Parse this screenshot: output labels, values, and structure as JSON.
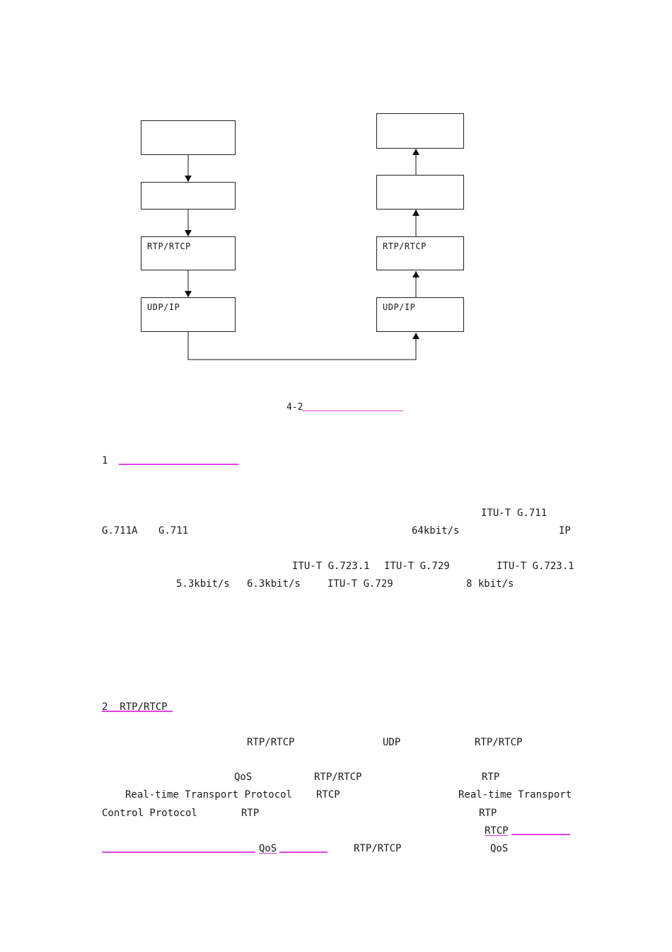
{
  "diagram": {
    "left_boxes": [
      "",
      "",
      "RTP/RTCP",
      "UDP/IP"
    ],
    "right_boxes": [
      "",
      "",
      "RTP/RTCP",
      "UDP/IP"
    ],
    "caption": "4-2"
  },
  "section1": {
    "number": "1",
    "para1_line1": [
      "ITU-T",
      "G.711"
    ],
    "para1_line2": [
      "G.711A",
      "G.711",
      "64kbit/s",
      "IP"
    ],
    "para2_line1": [
      "ITU-T G.723.1",
      "ITU-T G.729",
      "ITU-T G.723.1"
    ],
    "para2_line2": [
      "5.3kbit/s",
      "6.3kbit/s",
      "ITU-T G.729",
      "8 kbit/s"
    ]
  },
  "section2": {
    "heading": "2  RTP/RTCP",
    "line1": [
      "RTP/RTCP",
      "UDP",
      "RTP/RTCP"
    ],
    "line2": [
      "QoS",
      "RTP/RTCP",
      "RTP"
    ],
    "line3": [
      "Real-time Transport Protocol",
      "RTCP",
      "Real-time Transport"
    ],
    "line4": [
      "Control Protocol",
      "RTP",
      "RTP"
    ],
    "line5": [
      "RTCP"
    ],
    "line6": [
      "QoS",
      "RTP/RTCP",
      "QoS"
    ]
  }
}
